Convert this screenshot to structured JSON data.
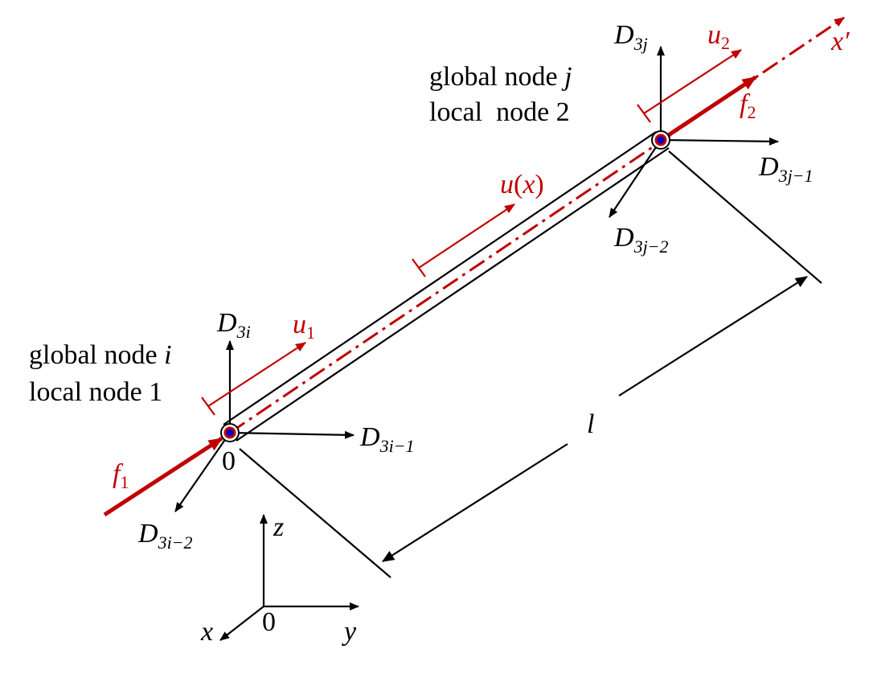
{
  "colors": {
    "load": "#c00000",
    "axis": "#000000",
    "node_center": "#0000cc",
    "node_ring": "#c00000"
  },
  "node_i": {
    "global_label": "global node ",
    "global_var": "i",
    "local_label": "local node 1",
    "origin": "0"
  },
  "node_j": {
    "global_label": "global node ",
    "global_var": "j",
    "local_label": "local  node 2"
  },
  "dof_i": {
    "d3i_base": "D",
    "d3i_sub": "3i",
    "d3i1_base": "D",
    "d3i1_sub": "3i−1",
    "d3i2_base": "D",
    "d3i2_sub": "3i−2"
  },
  "dof_j": {
    "d3j_base": "D",
    "d3j_sub": "3j",
    "d3j1_base": "D",
    "d3j1_sub": "3j−1",
    "d3j2_base": "D",
    "d3j2_sub": "3j−2"
  },
  "loads": {
    "f1_base": "f",
    "f1_sub": "1",
    "f2_base": "f",
    "f2_sub": "2",
    "u1_base": "u",
    "u1_sub": "1",
    "u2_base": "u",
    "u2_sub": "2",
    "ux_fn": "u",
    "ux_open": "(",
    "ux_var": "x",
    "ux_close": ")"
  },
  "local_axis": "x′",
  "length_label": "l",
  "global_axes": {
    "x": "x",
    "y": "y",
    "z": "z",
    "origin": "0"
  }
}
